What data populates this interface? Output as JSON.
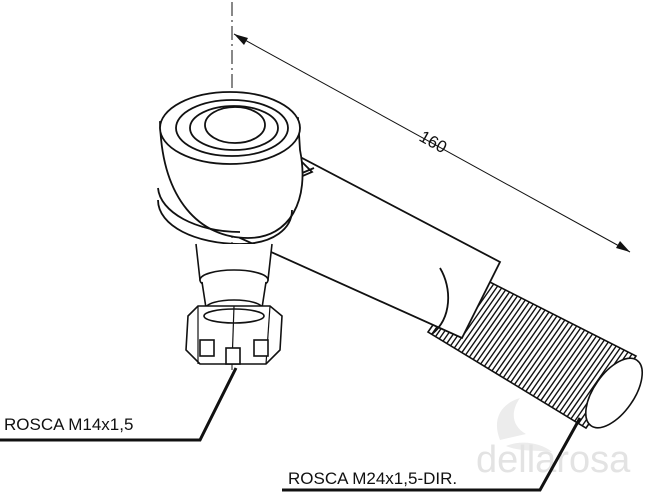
{
  "diagram": {
    "dimension": "160",
    "callouts": {
      "small_thread": "ROSCA M14x1,5",
      "large_thread": "ROSCA M24x1,5-DIR."
    },
    "watermark": "dellarosa",
    "colors": {
      "line": "#111111",
      "watermark": "#e3e3e3"
    }
  }
}
